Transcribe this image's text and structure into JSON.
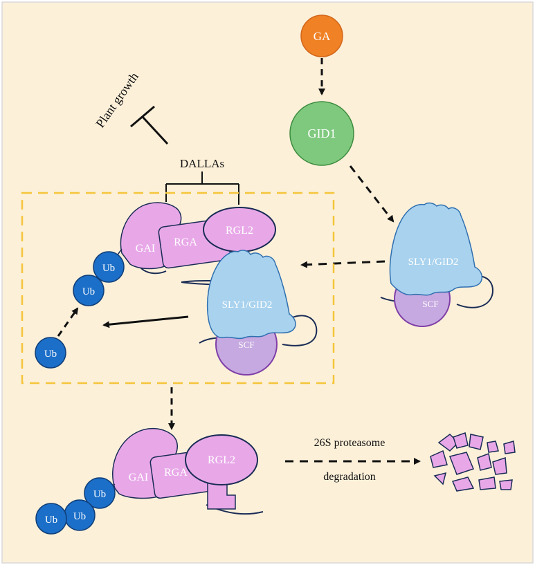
{
  "colors": {
    "background": "#fcf0d9",
    "border": "#d9d9d9",
    "ga": "#f08124",
    "gid1": "#7fc97f",
    "sly_gid2": "#a8d2ee",
    "scf": "#c6a9e0",
    "della": "#e8a8e8",
    "ub": "#1c6fc8",
    "highlight_box": "#f5c53a",
    "arrow": "#111111"
  },
  "nodes": {
    "ga": "GA",
    "gid1": "GID1",
    "sly_gid2_right": "SLY1/GID2",
    "scf_right": "SCF",
    "sly_gid2_box": "SLY1/GID2",
    "scf_box": "SCF"
  },
  "labels": {
    "plant_growth": "Plant growth",
    "dallas": "DALLAs",
    "proteasome": "26S proteasome",
    "degradation": "degradation"
  },
  "dellas_top": {
    "gai": "GAI",
    "rga": "RGA",
    "rgl2": "RGL2"
  },
  "dellas_bottom": {
    "gai": "GAI",
    "rga": "RGA",
    "rgl2": "RGL2"
  },
  "ub_top": [
    "Ub",
    "Ub"
  ],
  "ub_free": "Ub",
  "ub_bottom": [
    "Ub",
    "Ub",
    "Ub"
  ]
}
